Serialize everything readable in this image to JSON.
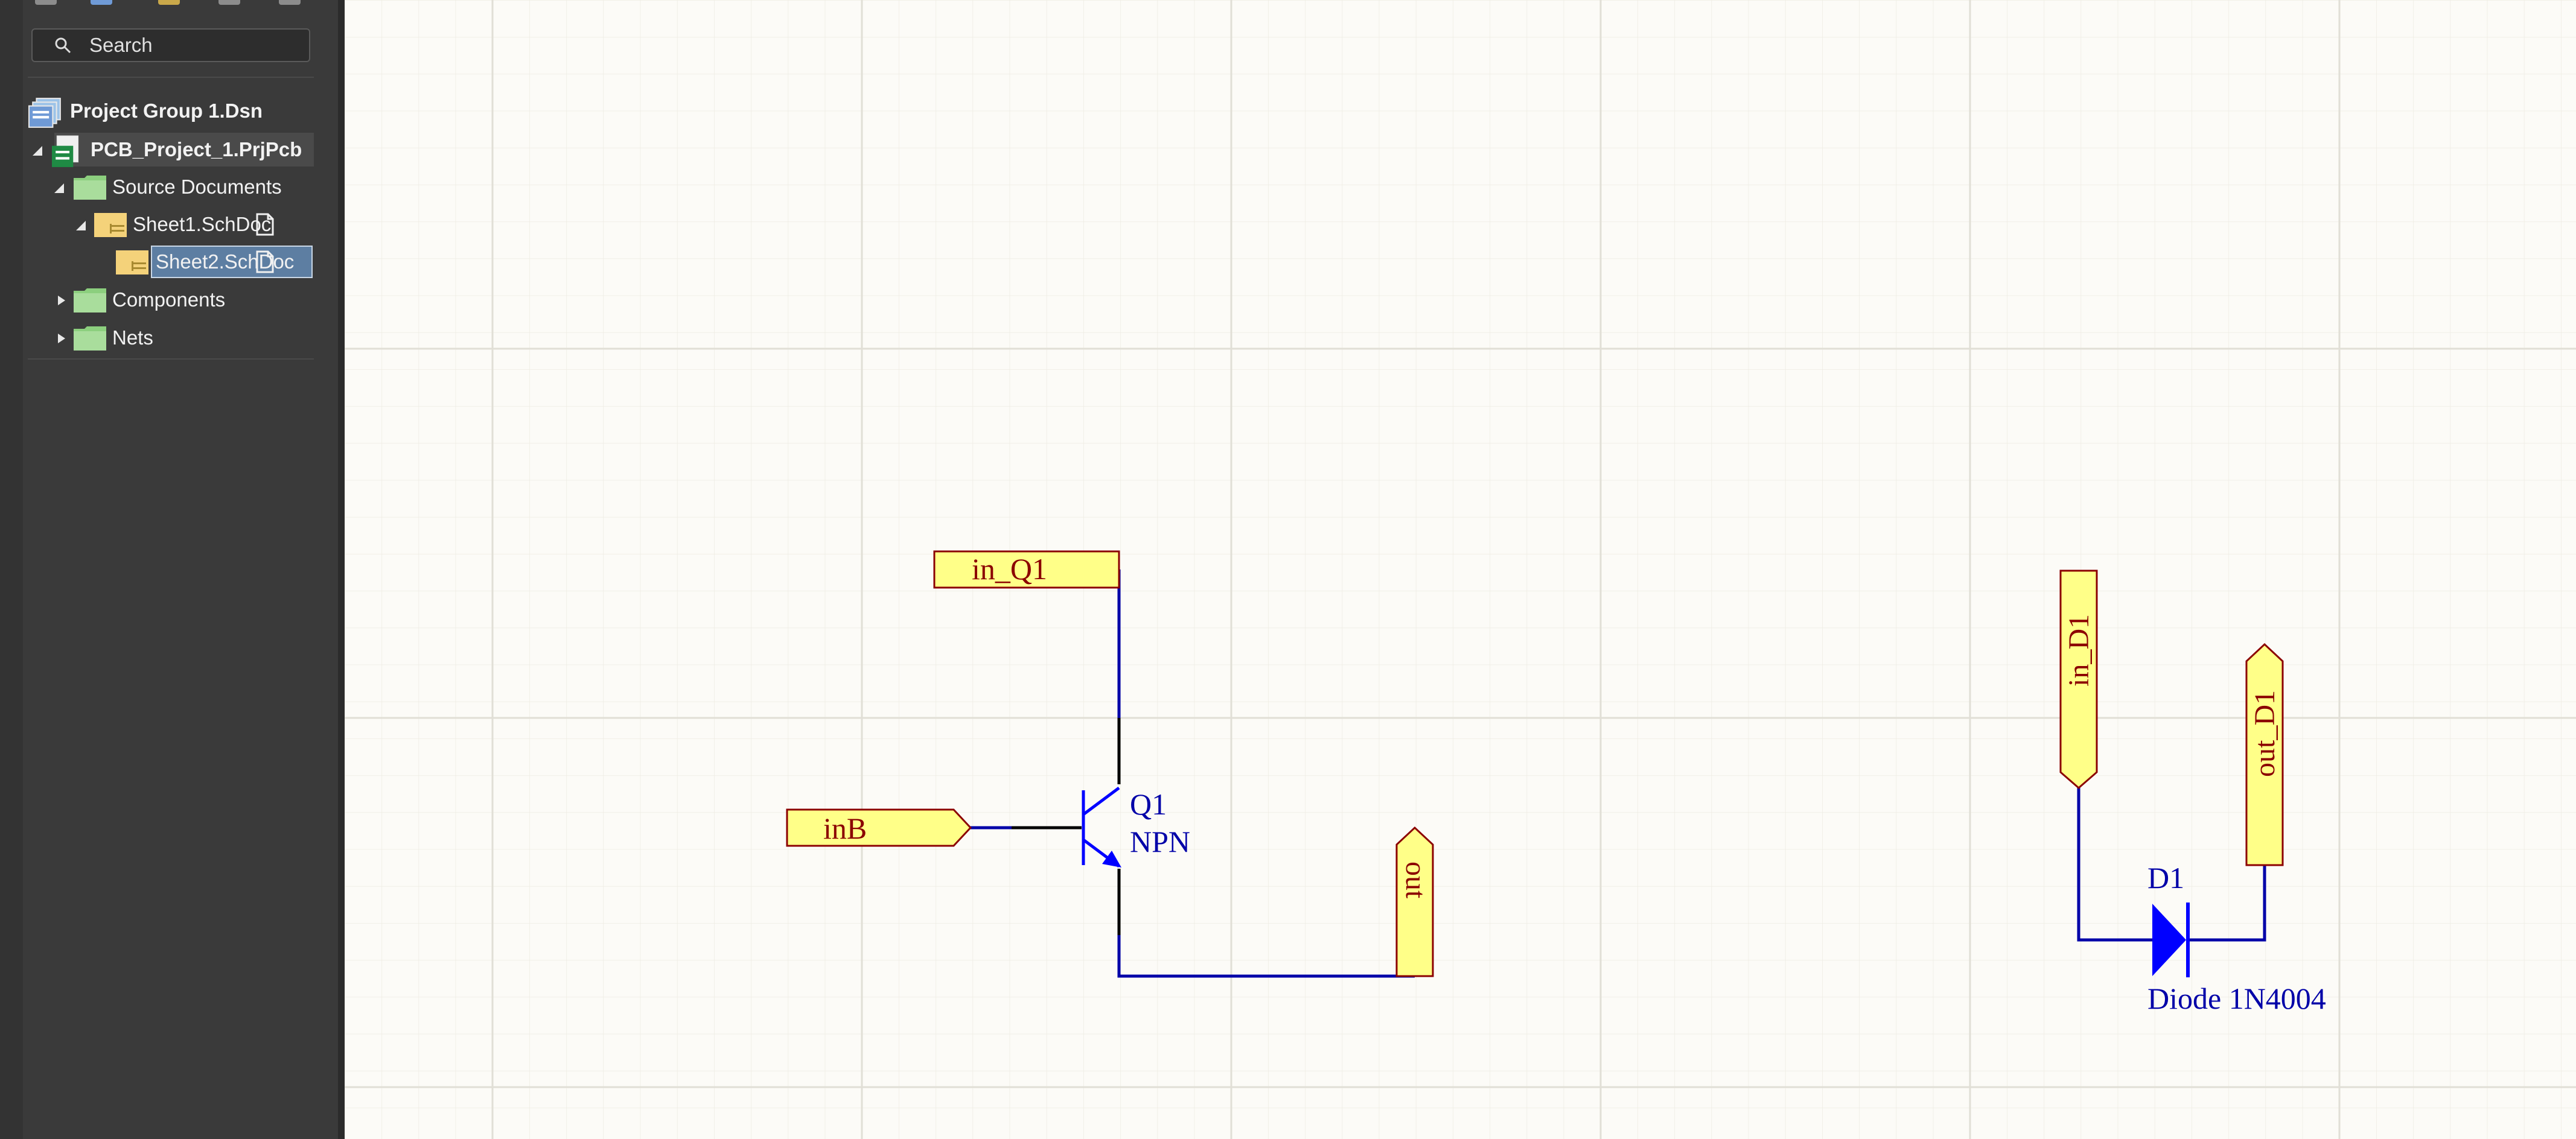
{
  "panel": {
    "search_placeholder": "Search",
    "tree": [
      {
        "label": "Project Group 1.Dsn",
        "bold": true
      },
      {
        "label": "PCB_Project_1.PrjPcb",
        "bold": true
      },
      {
        "label": "Source Documents"
      },
      {
        "label": "Sheet1.SchDoc"
      },
      {
        "label": "Sheet2.SchDoc",
        "selected": true
      },
      {
        "label": "Components"
      },
      {
        "label": "Nets"
      }
    ]
  },
  "schematic": {
    "ports": {
      "in_q1": "in_Q1",
      "inb": "inB",
      "out": "out",
      "in_d1": "in_D1",
      "out_d1": "out_D1"
    },
    "q1": {
      "designator": "Q1",
      "comment": "NPN"
    },
    "d1": {
      "designator": "D1",
      "comment": "Diode 1N4004"
    }
  },
  "colors": {
    "wire": "#0000a8",
    "component": "#0000ff",
    "port_fill": "#ffff88",
    "port_border": "#8b0000",
    "port_text": "#8b0000",
    "panel_bg": "#3a3a3a",
    "selected_bg": "#5d7ea2"
  }
}
